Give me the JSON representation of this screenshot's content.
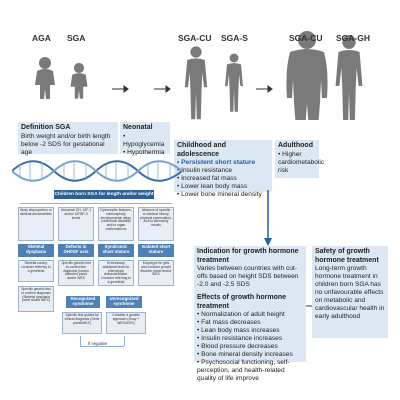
{
  "figure_labels": {
    "agu": "AGA",
    "sga": "SGA",
    "sga_cu_1": "SGA-CU",
    "sga_s": "SGA-S",
    "sga_cu_2": "SGA-CU",
    "sga_gh": "SGA-GH"
  },
  "definition": {
    "title": "Definition SGA",
    "text": "Birth weight and/or birth length below -2 SDS for gestational age"
  },
  "neonatal": {
    "title": "Neonatal",
    "items": [
      "Hypoglycemia",
      "Hypothermia"
    ]
  },
  "childhood": {
    "title": "Childhood and adolescence",
    "highlight": "Persistent short stature",
    "items": [
      "Insulin resistance",
      "Increased fat mass",
      "Lower lean body mass",
      "Lower bone mineral density"
    ]
  },
  "adulthood": {
    "title": "Adulthood",
    "items": [
      "Higher cardiometabolic risk"
    ]
  },
  "dna_banner": "Children born SGA for length and/or weight",
  "workup": {
    "row1": [
      "Body disproportion or skeletal abnormalities",
      "Abnormal GH, IGF-1 and/or IGFBP-3 levels",
      "Dysmorphic features, microcephaly, developmental delay, intellectual disability and/or organ malformations",
      "Absence of specific or medical history, physical examination, and/or laboratory results"
    ],
    "row2": [
      "Skeletal dysplasia",
      "Defects in GH/IGF axis",
      "Syndromic short stature",
      "Isolated short stature"
    ],
    "row3": [
      "Skeletal survey, consider referring to a geneticist",
      "Specific genetic test to confirm the diagnosis (known disorder) panel and/or WES",
      "If necessary, additional tests for phenotypic characterization. Consider referring to a geneticist",
      "Karyotype for girls and consider growth disorder panel and/or WES"
    ],
    "row4": [
      "Specific genetic test to confirm diagnosis (Skeletal dysplasia panel and/or WES)",
      "Recognized syndrome",
      "Unrecognized syndrome",
      ""
    ],
    "row5": [
      "",
      "Specific test guided by clinical diagnosis (Gene panel/WES)",
      "Consider a genetic approach (Array + WES/WGS)",
      ""
    ],
    "negative": "If negative"
  },
  "indication": {
    "title": "Indication for growth hormone treatment",
    "text": "Varies between countries with cut-offs based on height SDS between -2.0 and -2.5 SDS"
  },
  "effects": {
    "title": "Effects of growth hormone treatment",
    "items": [
      "Normalization of adult height",
      "Fat mass decreases",
      "Lean body mass increases",
      "Insulin resistance increases",
      "Blood pressure decreases",
      "Bone mineral density increases",
      "Psychosocial functioning, self-perception, and health-related quality of life improve"
    ]
  },
  "safety": {
    "title": "Safety of growth hormone treatment",
    "text": "Long-term growth hormone treatment in children born SGA has no unfavourable effects on metabolic and cardiovascular health in early adulthood"
  },
  "colors": {
    "figure": "#7a7a7a",
    "box_bg": "#dbe8f3",
    "accent_blue": "#1f5fa8",
    "banner": "#2d5e96"
  }
}
